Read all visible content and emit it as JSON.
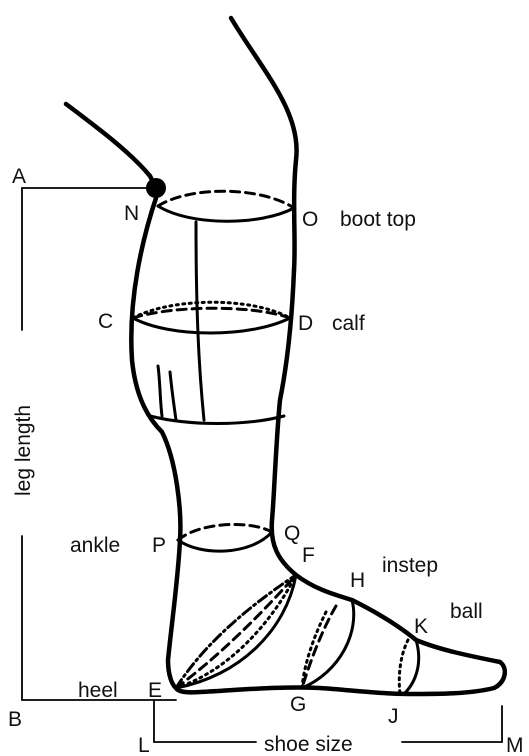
{
  "points": {
    "A": "A",
    "B": "B",
    "C": "C",
    "D": "D",
    "E": "E",
    "F": "F",
    "G": "G",
    "H": "H",
    "J": "J",
    "K": "K",
    "L": "L",
    "M": "M",
    "N": "N",
    "O": "O",
    "P": "P",
    "Q": "Q"
  },
  "labels": {
    "boot_top": "boot top",
    "calf": "calf",
    "ankle": "ankle",
    "instep": "instep",
    "ball": "ball",
    "heel": "heel",
    "leg_length": "leg length",
    "shoe_size": "shoe size"
  }
}
